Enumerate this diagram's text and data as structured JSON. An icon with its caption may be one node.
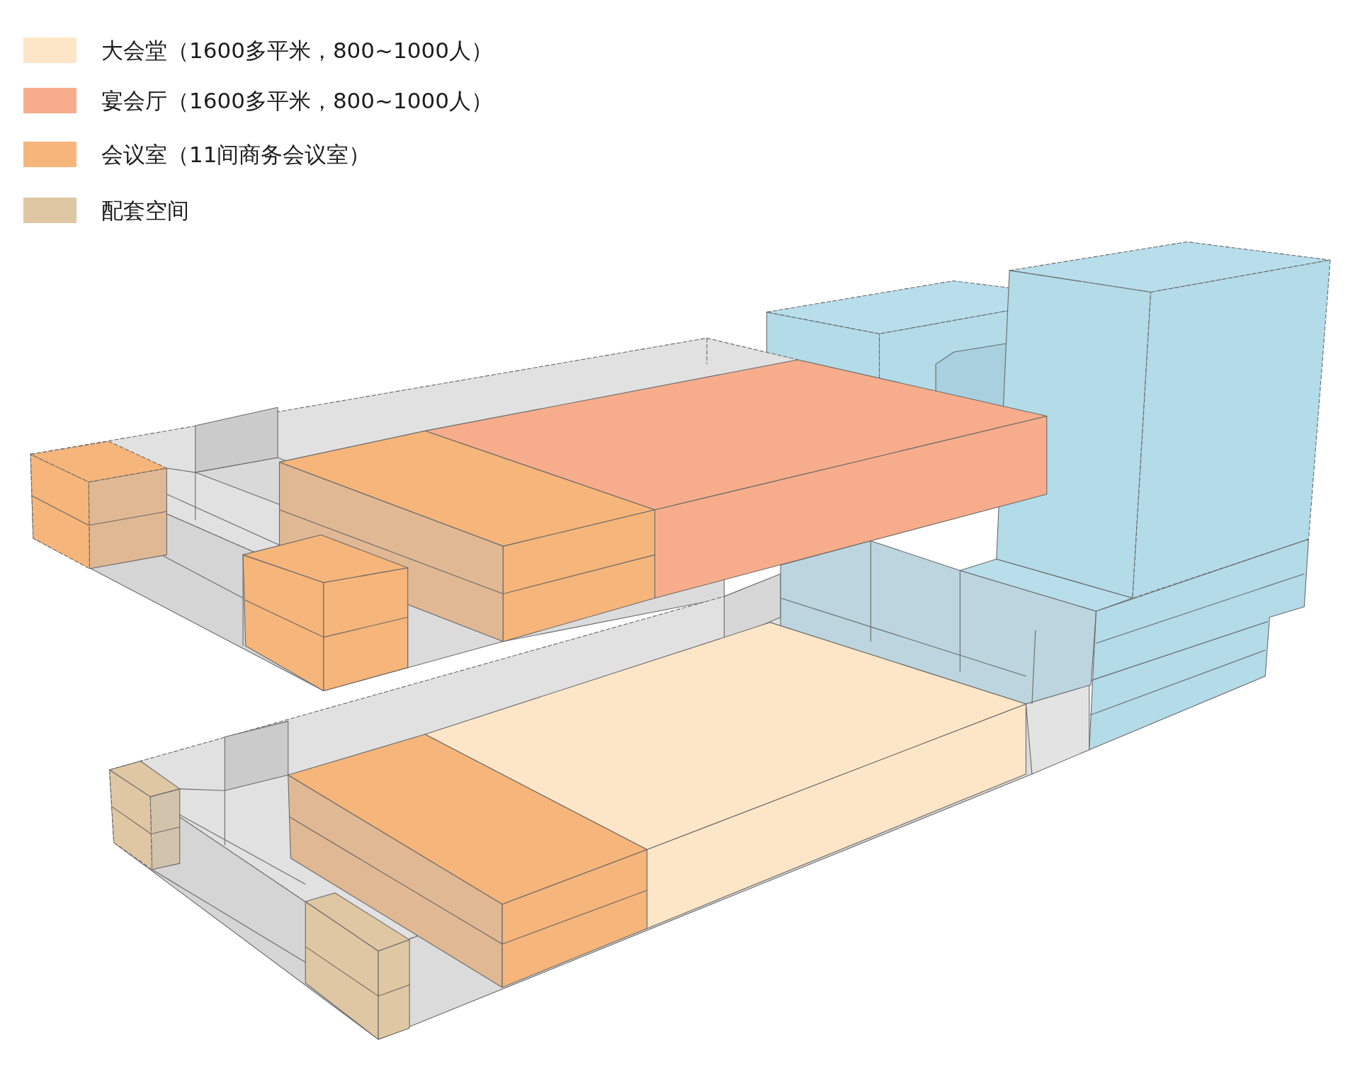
{
  "diagram": {
    "legend": [
      {
        "text": "大会堂（1600多平米，800~1000人）",
        "color": "#fde6c7"
      },
      {
        "text": "宴会厅（1600多平米，800~1000人）",
        "color": "#f7ad8b"
      },
      {
        "text": "会议室（11间商务会议室）",
        "color": "#f6b57a"
      },
      {
        "text": "配套空间",
        "color": "#dfc7a3"
      }
    ]
  }
}
